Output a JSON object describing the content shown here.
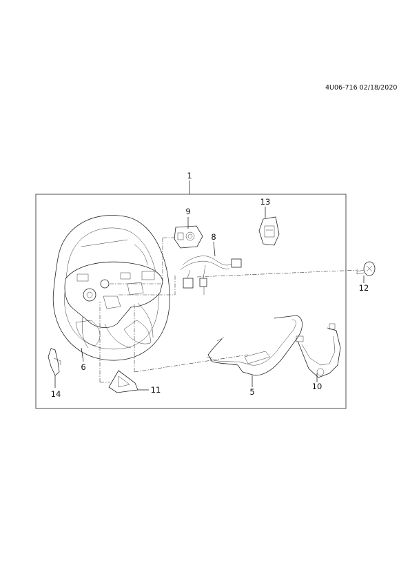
{
  "reference": "4U06-716 02/18/2020",
  "callouts": {
    "c1": "1",
    "c5": "5",
    "c6": "6",
    "c8": "8",
    "c9": "9",
    "c10": "10",
    "c11": "11",
    "c12": "12",
    "c13": "13",
    "c14": "14"
  }
}
